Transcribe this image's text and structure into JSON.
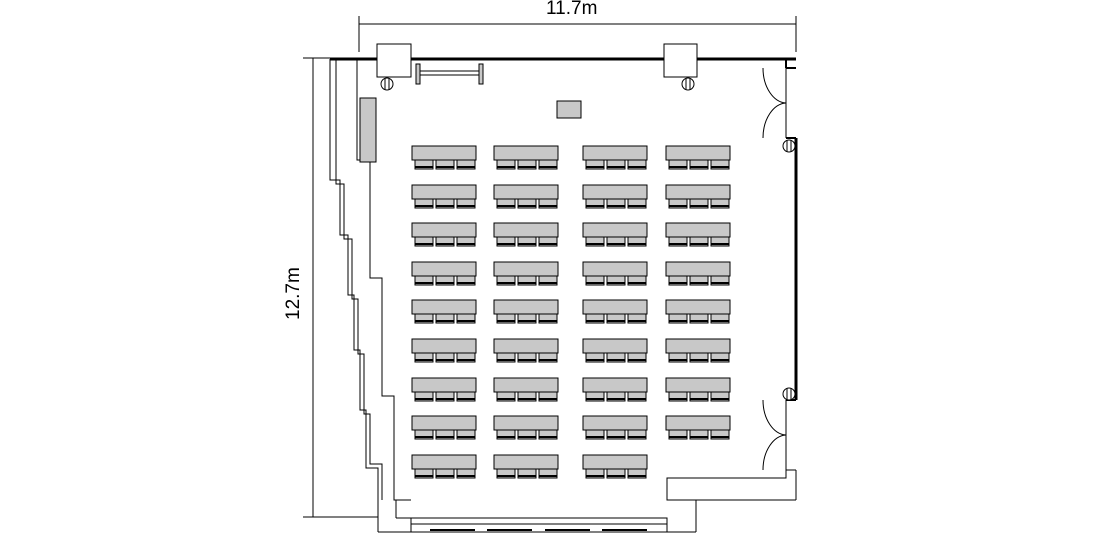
{
  "title": "",
  "dimensions": {
    "width_label": "11.7m",
    "height_label": "12.7m"
  },
  "layout": {
    "style": "classroom",
    "table_rows": 9,
    "table_columns": 4,
    "tables_total": 35,
    "chairs_per_table": 3,
    "chairs_total": 105,
    "last_row_tables": 3
  },
  "colors": {
    "furniture_fill": "#c8c8c8",
    "wall": "#000000",
    "background": "#ffffff"
  }
}
